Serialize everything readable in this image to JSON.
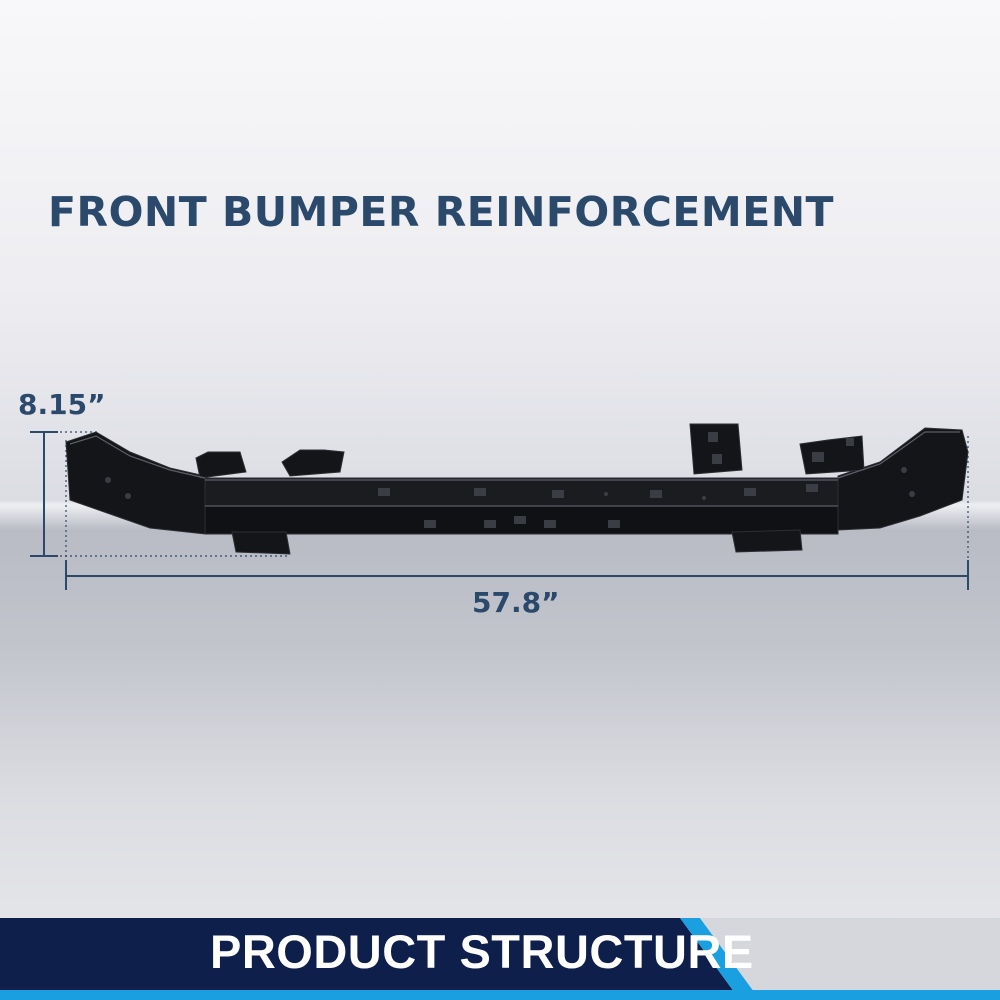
{
  "title": "FRONT BUMPER REINFORCEMENT",
  "dimensions": {
    "height": "8.15”",
    "width": "57.8”"
  },
  "banner": {
    "label": "PRODUCT STRUCTURE"
  },
  "colors": {
    "title": "#2b4a6b",
    "part": "#141518",
    "banner_dark": "#0d1f4a",
    "banner_accent": "#1aa0e0"
  }
}
